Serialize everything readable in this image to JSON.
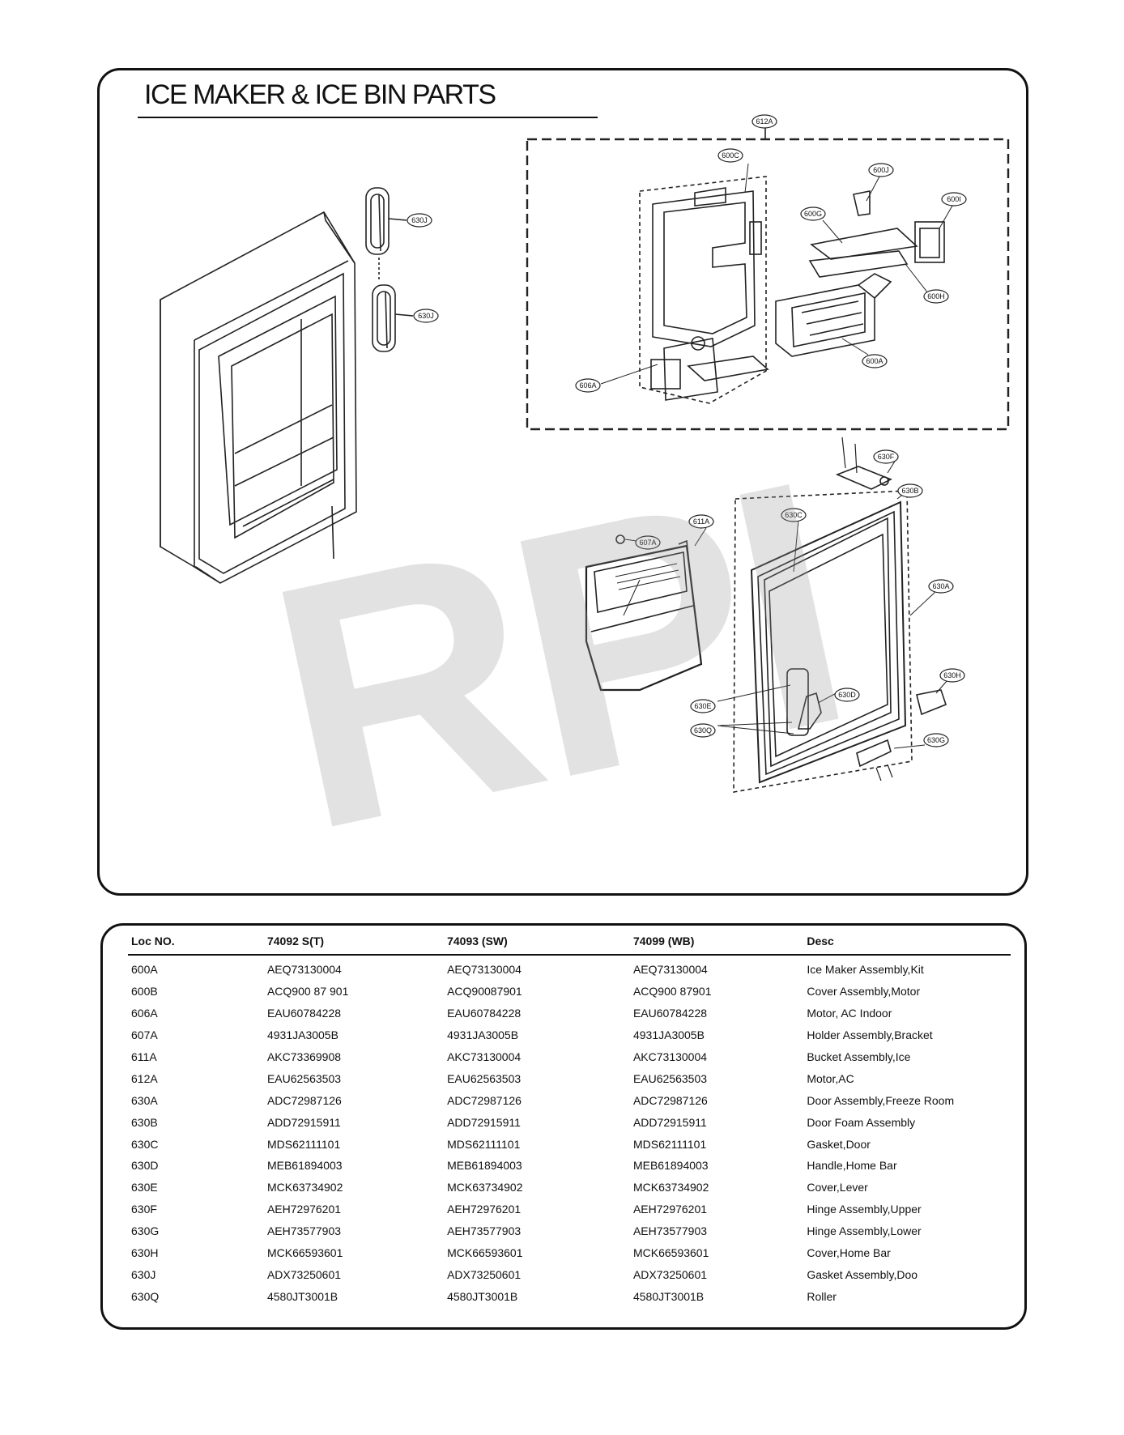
{
  "title": "ICE MAKER & ICE BIN PARTS",
  "watermark": "RPI",
  "callouts": {
    "c612A": "612A",
    "c600C": "600C",
    "c600J": "600J",
    "c600I": "600I",
    "c600G": "600G",
    "c600H": "600H",
    "c600A": "600A",
    "c606A": "606A",
    "c630J_top": "630J",
    "c630J_bottom": "630J",
    "c630F": "630F",
    "c630B": "630B",
    "c630C": "630C",
    "c611A": "611A",
    "c607A": "607A",
    "c630A": "630A",
    "c630H": "630H",
    "c630D": "630D",
    "c630E": "630E",
    "c630Q": "630Q",
    "c630G": "630G"
  },
  "table": {
    "headers": [
      "Loc NO.",
      "74092 S(T)",
      "74093 (SW)",
      "74099 (WB)",
      "Desc"
    ],
    "rows": [
      [
        "600A",
        "AEQ73130004",
        "AEQ73130004",
        "AEQ73130004",
        "Ice Maker Assembly,Kit"
      ],
      [
        "600B",
        "ACQ900 87 901",
        "ACQ90087901",
        "ACQ900 87901",
        "Cover Assembly,Motor"
      ],
      [
        "606A",
        "EAU60784228",
        "EAU60784228",
        "EAU60784228",
        "Motor, AC Indoor"
      ],
      [
        "607A",
        "4931JA3005B",
        "4931JA3005B",
        "4931JA3005B",
        "Holder Assembly,Bracket"
      ],
      [
        "611A",
        "AKC73369908",
        "AKC73130004",
        "AKC73130004",
        "Bucket Assembly,Ice"
      ],
      [
        "612A",
        "EAU62563503",
        "EAU62563503",
        "EAU62563503",
        "Motor,AC"
      ],
      [
        "630A",
        "ADC72987126",
        "ADC72987126",
        "ADC72987126",
        "Door Assembly,Freeze Room"
      ],
      [
        "630B",
        "ADD72915911",
        "ADD72915911",
        "ADD72915911",
        "Door Foam Assembly"
      ],
      [
        "630C",
        "MDS62111101",
        "MDS62111101",
        "MDS62111101",
        "Gasket,Door"
      ],
      [
        "630D",
        "MEB61894003",
        "MEB61894003",
        "MEB61894003",
        "Handle,Home Bar"
      ],
      [
        "630E",
        "MCK63734902",
        "MCK63734902",
        "MCK63734902",
        "Cover,Lever"
      ],
      [
        "630F",
        "AEH72976201",
        "AEH72976201",
        "AEH72976201",
        "Hinge Assembly,Upper"
      ],
      [
        "630G",
        "AEH73577903",
        "AEH73577903",
        "AEH73577903",
        "Hinge Assembly,Lower"
      ],
      [
        "630H",
        "MCK66593601",
        "MCK66593601",
        "MCK66593601",
        "Cover,Home Bar"
      ],
      [
        "630J",
        "ADX73250601",
        "ADX73250601",
        "ADX73250601",
        "Gasket Assembly,Doo"
      ],
      [
        "630Q",
        "4580JT3001B",
        "4580JT3001B",
        "4580JT3001B",
        "Roller"
      ]
    ]
  }
}
